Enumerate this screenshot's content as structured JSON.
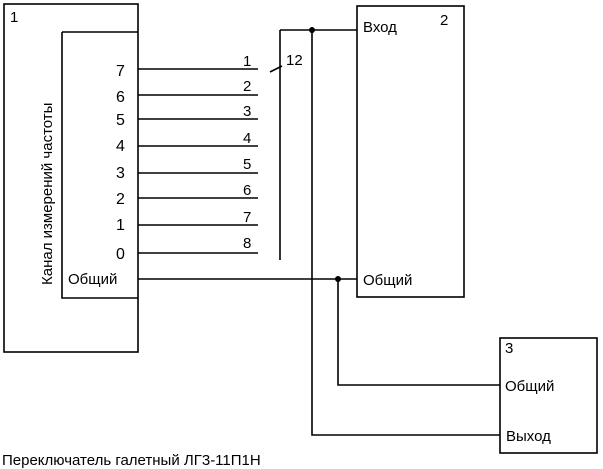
{
  "block1": {
    "number": "1",
    "channel_label": "Канал измерений частоты",
    "pins": [
      "7",
      "6",
      "5",
      "4",
      "3",
      "2",
      "1",
      "0"
    ],
    "common": "Общий"
  },
  "block2": {
    "number": "2",
    "input": "Вход",
    "common": "Общий"
  },
  "block3": {
    "number": "3",
    "common": "Общий",
    "output": "Выход"
  },
  "switch": {
    "contacts": [
      "1",
      "2",
      "3",
      "4",
      "5",
      "6",
      "7",
      "8"
    ],
    "common_contact": "12"
  },
  "caption": "Переключатель галетный ЛГ3-11П1Н"
}
